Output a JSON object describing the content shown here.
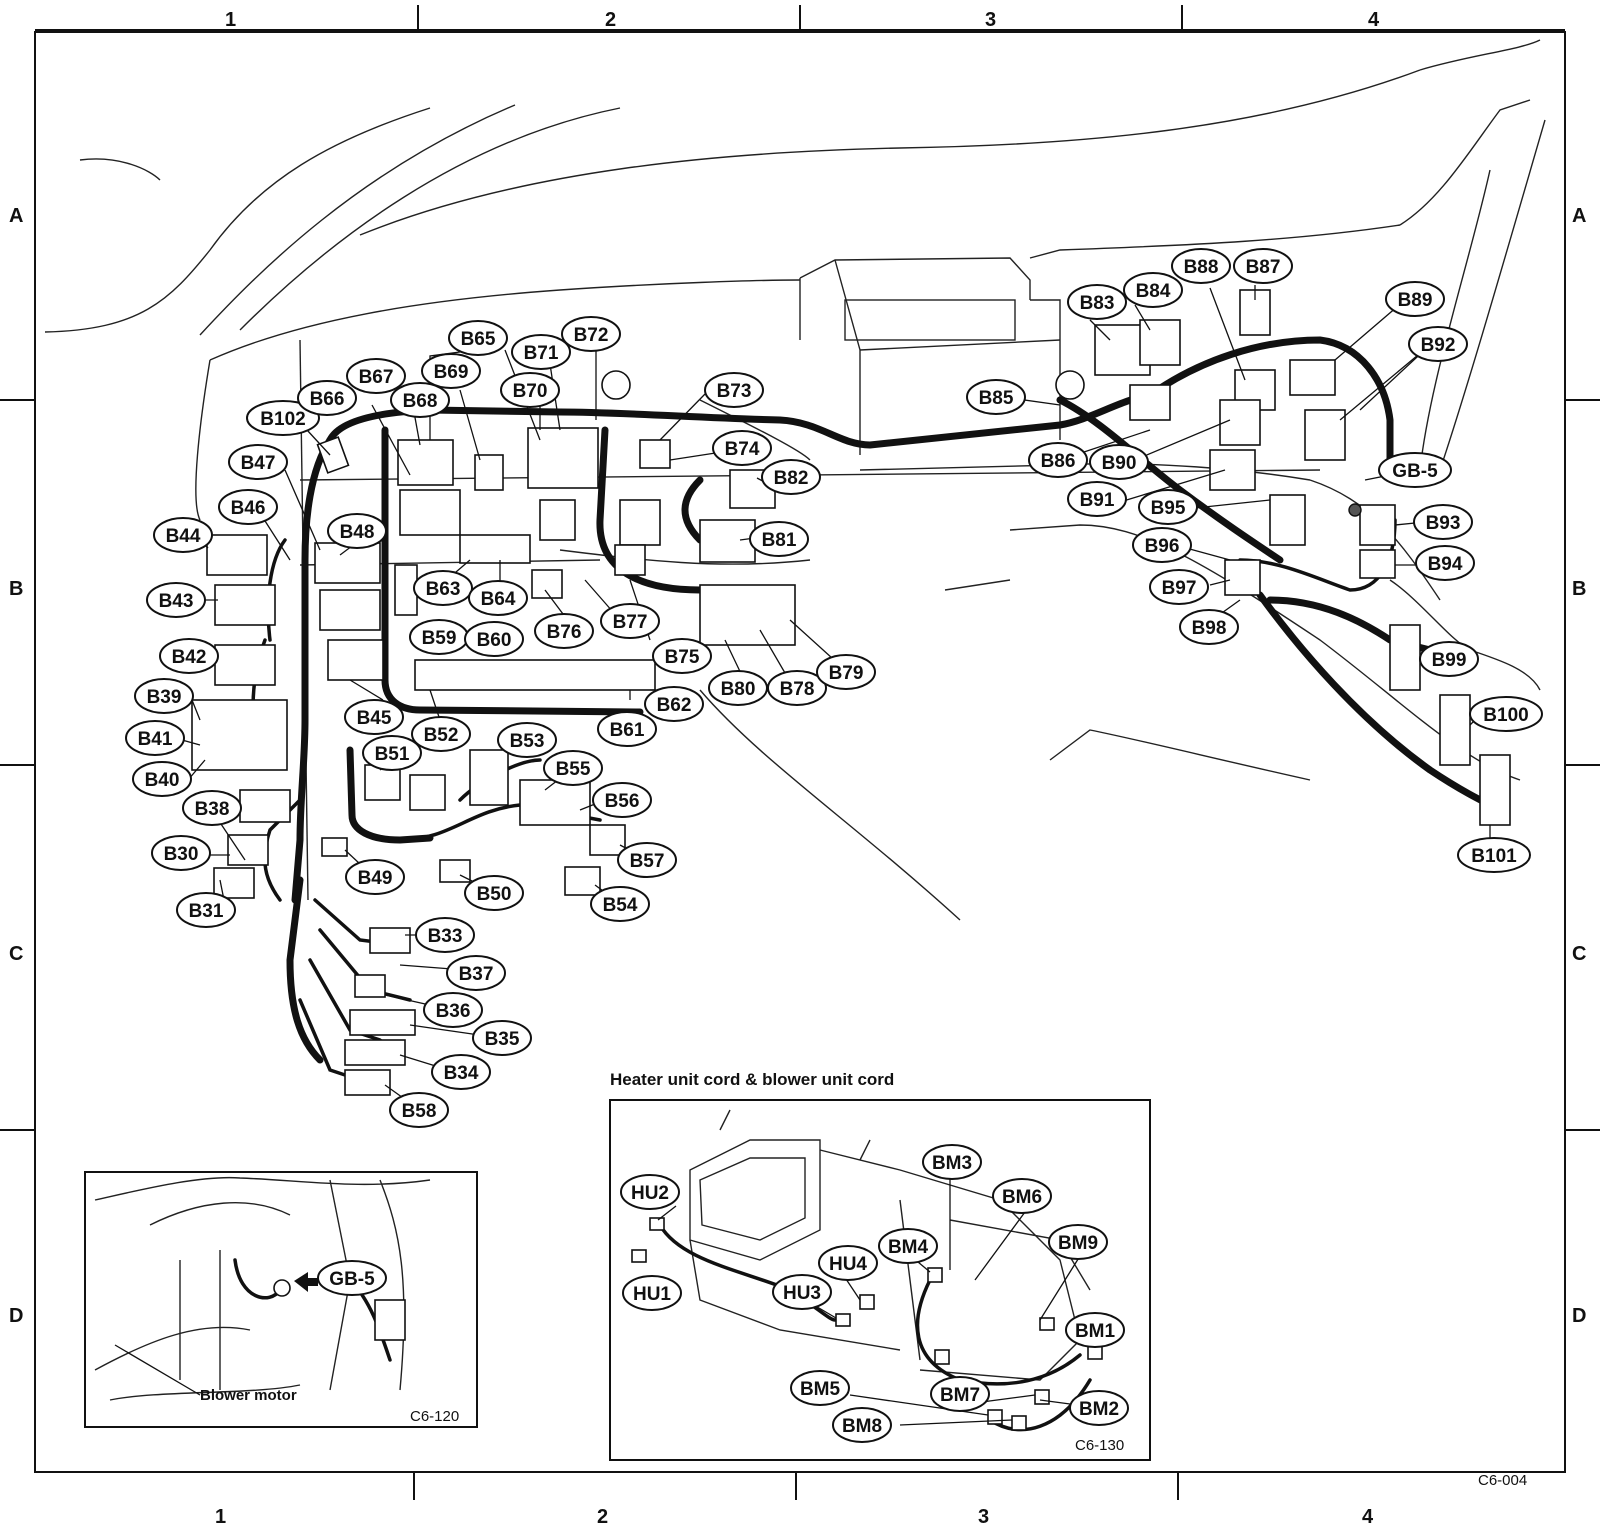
{
  "grid": {
    "columns": [
      "1",
      "2",
      "3",
      "4"
    ],
    "rows": [
      "A",
      "B",
      "C",
      "D"
    ]
  },
  "main_connectors": [
    "B102",
    "B66",
    "B67",
    "B68",
    "B69",
    "B65",
    "B71",
    "B72",
    "B70",
    "B73",
    "B74",
    "B82",
    "B81",
    "B47",
    "B46",
    "B48",
    "B44",
    "B43",
    "B42",
    "B39",
    "B41",
    "B40",
    "B38",
    "B30",
    "B31",
    "B63",
    "B64",
    "B76",
    "B77",
    "B59",
    "B60",
    "B75",
    "B80",
    "B78",
    "B79",
    "B45",
    "B52",
    "B53",
    "B61",
    "B62",
    "B51",
    "B55",
    "B56",
    "B57",
    "B54",
    "B49",
    "B50",
    "B33",
    "B37",
    "B36",
    "B35",
    "B34",
    "B58",
    "B85",
    "B83",
    "B84",
    "B88",
    "B87",
    "B89",
    "B92",
    "B86",
    "B90",
    "B91",
    "B95",
    "B96",
    "B97",
    "B98",
    "B93",
    "B94",
    "GB-5",
    "B99",
    "B100",
    "B101"
  ],
  "heater_inset": {
    "title": "Heater unit cord & blower unit cord",
    "connectors": [
      "HU2",
      "HU1",
      "HU4",
      "HU3",
      "BM3",
      "BM6",
      "BM4",
      "BM9",
      "BM1",
      "BM5",
      "BM7",
      "BM2",
      "BM8"
    ],
    "figure_code": "C6-130"
  },
  "blower_inset": {
    "ground_label": "GB-5",
    "part_label": "Blower motor",
    "figure_code": "C6-120"
  },
  "figure_code": "C6-004"
}
